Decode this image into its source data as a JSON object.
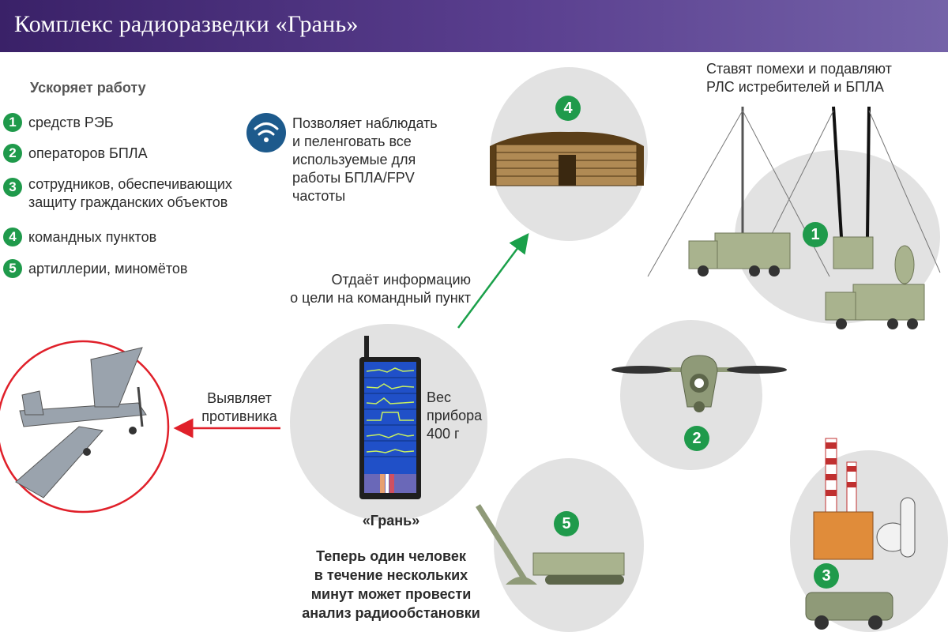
{
  "title": "Комплекс радиоразведки «Грань»",
  "speeds_up": {
    "heading": "Ускоряет работу",
    "items": [
      {
        "num": "1",
        "label": "средств РЭБ"
      },
      {
        "num": "2",
        "label": "операторов БПЛА"
      },
      {
        "num": "3",
        "label_line1": "сотрудников, обеспечивающих",
        "label_line2": "защиту гражданских объектов"
      },
      {
        "num": "4",
        "label": "командных пунктов"
      },
      {
        "num": "5",
        "label": "артиллерии, миномётов"
      }
    ]
  },
  "monitor_note": {
    "icon": "wifi-signal-icon",
    "lines": [
      "Позволяет наблюдать",
      "и пеленговать все",
      "используемые для",
      "работы БПЛА/FPV",
      "частоты"
    ]
  },
  "info_arrow_text": [
    "Отдаёт информацию",
    "о цели на командный пункт"
  ],
  "detect_text": [
    "Выявляет",
    "противника"
  ],
  "weight_text": [
    "Вес",
    "прибора",
    "400 г"
  ],
  "device_label": "«Грань»",
  "bottom_text": [
    "Теперь один человек",
    "в течение нескольких",
    "минут может провести",
    "анализ радиообстановки"
  ],
  "jam_text": [
    "Ставят помехи и подавляют",
    "РЛС истребителей и БПЛА"
  ],
  "badges": {
    "ew": "1",
    "drone": "2",
    "civil": "3",
    "command": "4",
    "artillery": "5"
  },
  "colors": {
    "header": "#4a2f7c",
    "badge_green": "#1f9a4b",
    "arrow_green": "#1aa04a",
    "arrow_red": "#e0202a",
    "circle_gray": "#e2e2e2",
    "wifi_blue": "#1d5a8c",
    "device_screen": "#2050c8",
    "vehicle_olive": "#a9b38e"
  }
}
